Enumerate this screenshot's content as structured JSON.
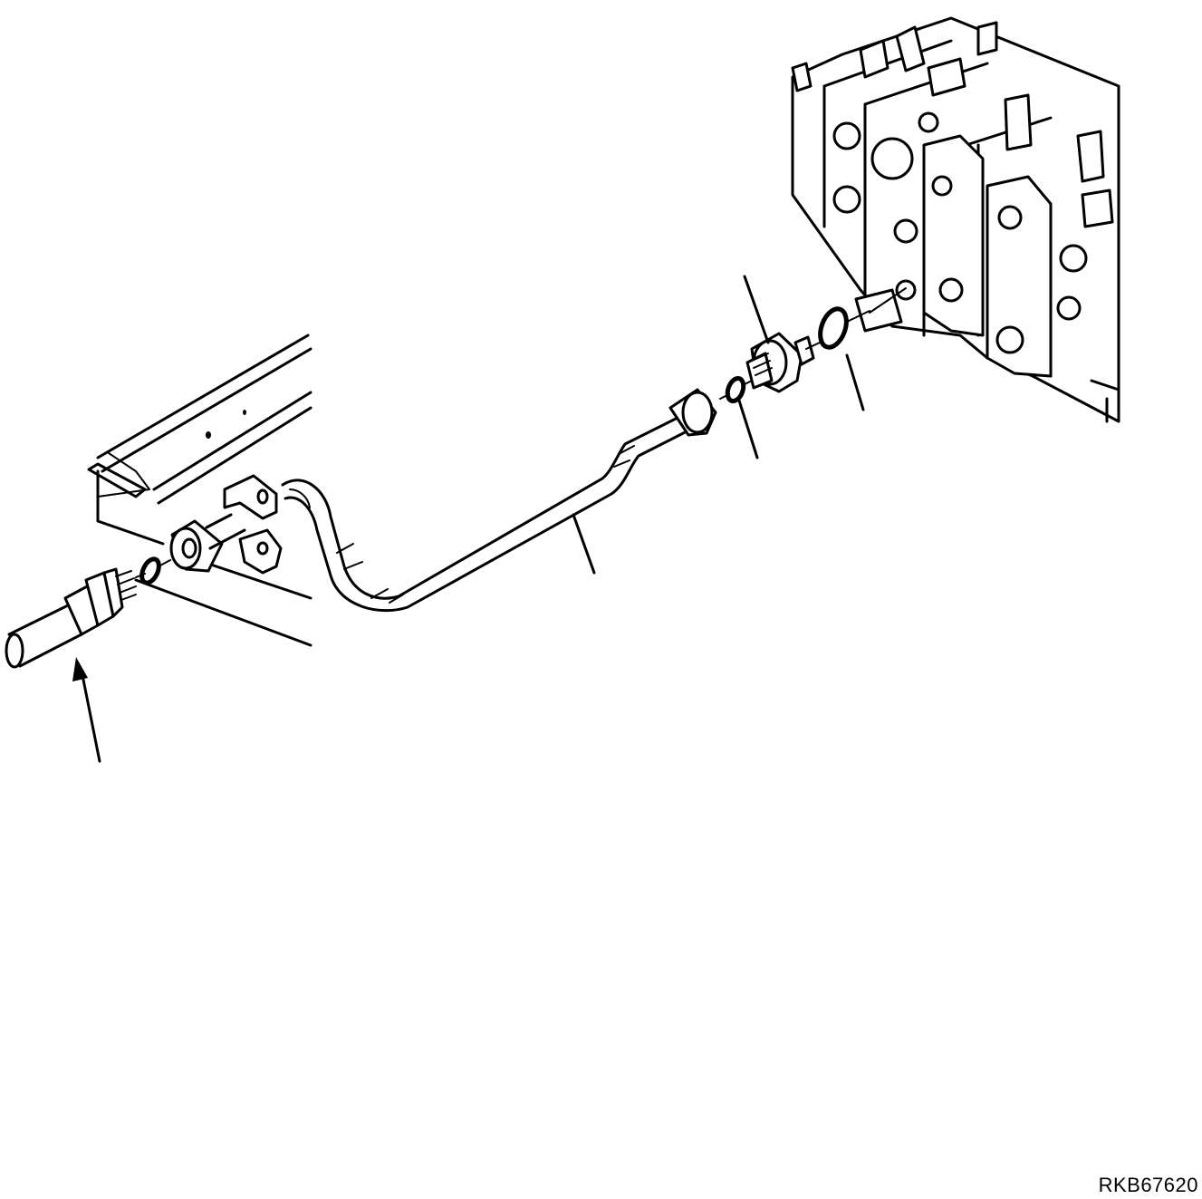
{
  "figure": {
    "code": "RKB67620"
  },
  "diagram": {
    "parts": [
      {
        "id": "hose",
        "label": ""
      },
      {
        "id": "o-ring-hose-end",
        "label": ""
      },
      {
        "id": "clamp",
        "label": ""
      },
      {
        "id": "tube",
        "label": ""
      },
      {
        "id": "o-ring-small",
        "label": ""
      },
      {
        "id": "adapter-fitting",
        "label": ""
      },
      {
        "id": "o-ring-large",
        "label": ""
      },
      {
        "id": "control-valve",
        "label": ""
      }
    ]
  }
}
